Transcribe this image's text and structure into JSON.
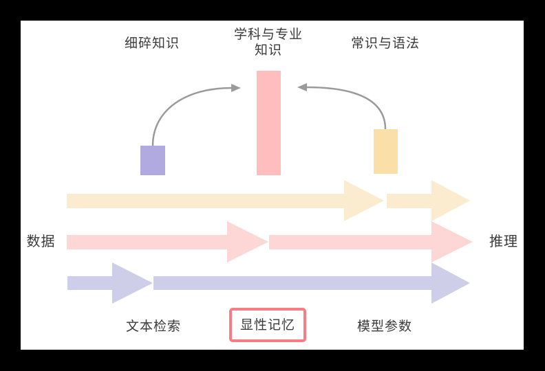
{
  "diagram": {
    "top_labels": {
      "left": "细碎知识",
      "center_line1": "学科与专业",
      "center_line2": "知识",
      "right": "常识与语法"
    },
    "side_labels": {
      "left": "数据",
      "right": "推理"
    },
    "bottom_labels": {
      "left": "文本检索",
      "center": "显性记忆",
      "right": "模型参数"
    },
    "colors": {
      "background": "#000000",
      "canvas": "#FFFFFF",
      "bar_pink": "#FFBDBD",
      "bar_purple": "#B0AAE1",
      "bar_yellow": "#FBDFA9",
      "arrow_yellow": "#FCECCF",
      "arrow_pink": "#FDD7D6",
      "arrow_purple": "#CFCEE9",
      "curve_gray": "#9A9A9A",
      "highlight_border": "#F87D82",
      "text": "#3A3A3A"
    }
  }
}
